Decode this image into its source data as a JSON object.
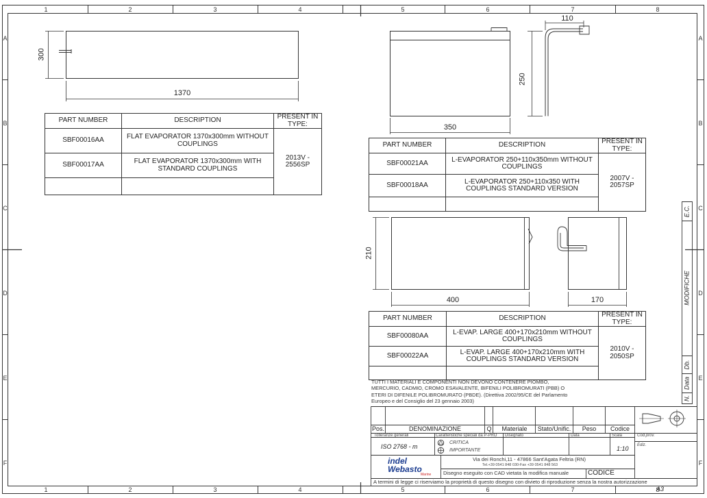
{
  "frame": {
    "col_labels": [
      "1",
      "2",
      "3",
      "4",
      "5",
      "6",
      "7",
      "8"
    ],
    "row_labels": [
      "A",
      "B",
      "C",
      "D",
      "E",
      "F"
    ]
  },
  "flat_evaporator": {
    "dims": {
      "height": "300",
      "length": "1370"
    },
    "table": {
      "headers": [
        "PART NUMBER",
        "DESCRIPTION",
        "PRESENT IN TYPE:"
      ],
      "rows": [
        {
          "part": "SBF00016AA",
          "desc": "FLAT EVAPORATOR 1370x300mm WITHOUT COUPLINGS"
        },
        {
          "part": "SBF00017AA",
          "desc": "FLAT EVAPORATOR 1370x300mm WITH STANDARD COUPLINGS"
        }
      ],
      "present": "2013V - 2556SP"
    }
  },
  "l_evaporator": {
    "dims": {
      "depth": "110",
      "height": "250",
      "width": "350"
    },
    "table": {
      "headers": [
        "PART NUMBER",
        "DESCRIPTION",
        "PRESENT IN TYPE:"
      ],
      "rows": [
        {
          "part": "SBF00021AA",
          "desc": "L-EVAPORATOR 250+110x350mm WITHOUT COUPLINGS"
        },
        {
          "part": "SBF00018AA",
          "desc": "L-EVAPORATOR 250+110x350 WITH COUPLINGS STANDARD VERSION"
        }
      ],
      "present": "2007V - 2057SP"
    }
  },
  "l_evap_large": {
    "dims": {
      "height": "210",
      "width": "400",
      "depth": "170"
    },
    "table": {
      "headers": [
        "PART NUMBER",
        "DESCRIPTION",
        "PRESENT IN TYPE:"
      ],
      "rows": [
        {
          "part": "SBF00080AA",
          "desc": "L-EVAP. LARGE 400+170x210mm WITHOUT COUPLINGS"
        },
        {
          "part": "SBF00022AA",
          "desc": "L-EVAP. LARGE 400+170x210mm WITH COUPLINGS STANDARD VERSION"
        }
      ],
      "present": "2010V - 2050SP"
    }
  },
  "materials_note": "TUTTI I MATERIALI E COMPONENTI NON DEVONO CONTENERE PIOMBO, MERCURIO, CADMIO, CROMO ESAVALENTE, BIFENILI POLIBROMURATI (PBB) O ETERI DI DIFENILE POLIBROMURATO (PBDE). (Direttiva 2002/95/CE del Parlamento Europeo e del Consiglio del 23 gennaio 2003)",
  "revisions": {
    "ec": "E.C.",
    "modifiche": "MODIFICHE",
    "db": "Db.",
    "data": "Data",
    "n": "N."
  },
  "title_block": {
    "columns": {
      "pos": "Pos.",
      "denominazione": "DENOMINAZIONE",
      "q": "Q",
      "materiale": "Materiale",
      "stato": "Stato/Unific.",
      "peso": "Peso",
      "codice": "Codice"
    },
    "tolleranze_label": "Tolleranze generali",
    "tolleranze_value": "ISO 2768 - m",
    "special_label": "Caratteristiche speciali da P-PRO",
    "critica": "CRITICA",
    "importante": "IMPORTANTE",
    "disegnato": "Disegnato",
    "data": "Data",
    "scala_label": "Scala",
    "scala_value": "1:10",
    "cod_prov": "Cod.prov.",
    "ediz": "Ediz.",
    "brand_line1": "indel",
    "brand_line2": "Webasto",
    "brand_sub": "Marine",
    "address": "Via dei Ronchi,11 - 47866 Sant'Agata Feltria (RN)",
    "phone": "Tel.+39 0541 848 030-Fax +39 0541 848 563",
    "cad_note": "Disegno eseguito con CAD vietata la modifica manuale",
    "codice_label": "CODICE",
    "legal": "A termini di legge ci riserviamo la proprietà di questo disegno con divieto di riproduzione senza la nostra autorizzazione",
    "sheet_size": "A3"
  }
}
